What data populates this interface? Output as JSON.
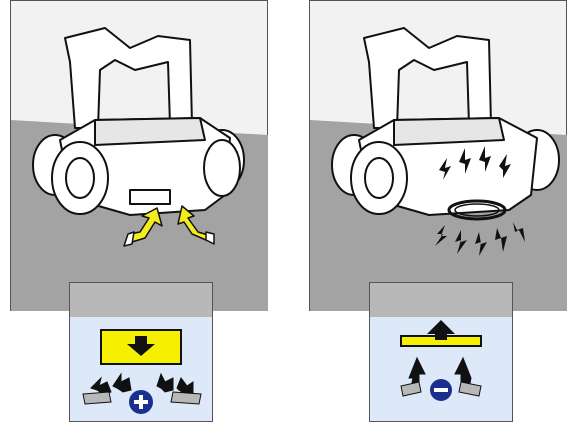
{
  "figure": {
    "panels": [
      {
        "id": "left",
        "scene": "pool-robot-cleaner-suction-intake",
        "symbol": "plus"
      },
      {
        "id": "right",
        "scene": "pool-robot-cleaner-vibrating-over-ring",
        "symbol": "minus"
      }
    ],
    "insets": [
      {
        "id": "left",
        "valve_state": "closed-pushed-down",
        "flow_symbol": "plus"
      },
      {
        "id": "right",
        "valve_state": "open-pushed-up",
        "flow_symbol": "minus"
      }
    ],
    "colors": {
      "wall": "#f2f2f2",
      "floor": "#a3a3a3",
      "robot_body": "#ffffff",
      "outline": "#111111",
      "arrow_yellow": "#f4ec1c",
      "inset_top": "#b8b8b8",
      "inset_water": "#dde8f8",
      "valve_yellow": "#f4f000",
      "symbol_blue": "#1b2f8f"
    }
  }
}
